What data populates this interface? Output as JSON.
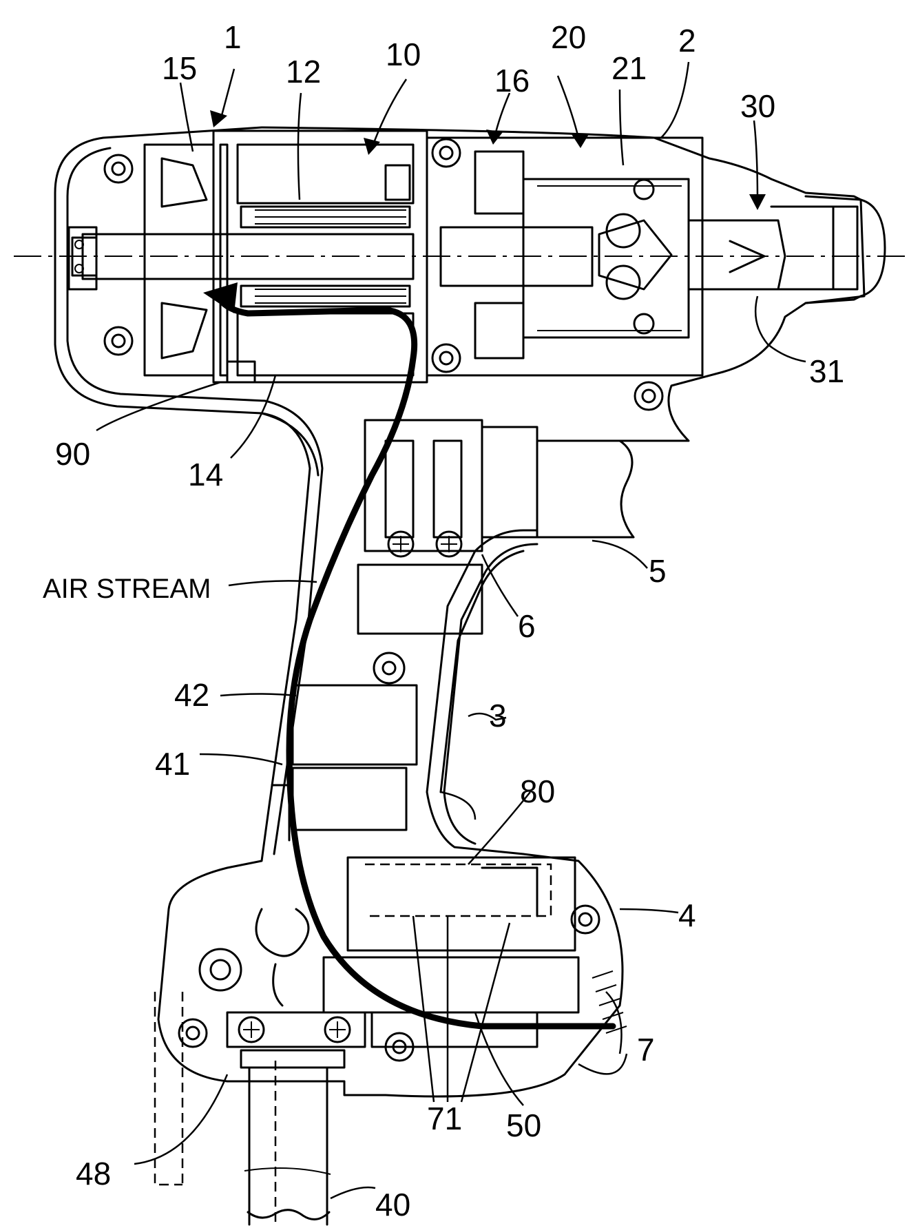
{
  "figure": {
    "labels": [
      {
        "id": "1",
        "text": "1"
      },
      {
        "id": "2",
        "text": "2"
      },
      {
        "id": "3",
        "text": "3"
      },
      {
        "id": "4",
        "text": "4"
      },
      {
        "id": "5",
        "text": "5"
      },
      {
        "id": "6",
        "text": "6"
      },
      {
        "id": "7",
        "text": "7"
      },
      {
        "id": "10",
        "text": "10"
      },
      {
        "id": "12",
        "text": "12"
      },
      {
        "id": "14",
        "text": "14"
      },
      {
        "id": "15",
        "text": "15"
      },
      {
        "id": "16",
        "text": "16"
      },
      {
        "id": "20",
        "text": "20"
      },
      {
        "id": "21",
        "text": "21"
      },
      {
        "id": "30",
        "text": "30"
      },
      {
        "id": "31",
        "text": "31"
      },
      {
        "id": "40",
        "text": "40"
      },
      {
        "id": "41",
        "text": "41"
      },
      {
        "id": "42",
        "text": "42"
      },
      {
        "id": "48",
        "text": "48"
      },
      {
        "id": "50",
        "text": "50"
      },
      {
        "id": "71",
        "text": "71"
      },
      {
        "id": "80",
        "text": "80"
      },
      {
        "id": "90",
        "text": "90"
      }
    ],
    "air_stream_label": "AIR STREAM"
  }
}
